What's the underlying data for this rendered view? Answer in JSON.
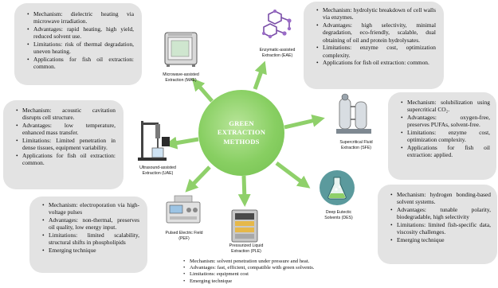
{
  "centre": {
    "title": "GREEN\nEXTRACTION\nMETHODS",
    "color": "#7cc75a"
  },
  "arrow_color": "#8fd06a",
  "box_color": "#e3e3e3",
  "methods": {
    "mae": {
      "label": "Microwave-assisted\nExtraction (MAE)",
      "points": [
        "Mechanism: dielectric heating via microwave irradiation.",
        "Advantages: rapid heating, high yield, reduced solvent use.",
        "Limitations: risk of thermal degradation, uneven heating.",
        "Applications for fish oil extraction: common."
      ]
    },
    "eae": {
      "label": "Enzymatic-assisted\nExtraction (EAE)",
      "points": [
        "Mechanism: hydrolytic breakdown of cell walls via enzymes.",
        "Advantages: high selectivity, minimal degradation, eco-friendly, scalable, dual obtaining of oil and protein hydrolysates.",
        "Limitations: enzyme cost, optimization complexity.",
        "Applications for fish oil extraction: common."
      ]
    },
    "uae": {
      "label": "Ultrasound-assisted\nExtraction (UAE)",
      "points": [
        "Mechanism: acoustic cavitation disrupts cell structure.",
        "Advantages: low temperature, enhanced mass transfer.",
        "Limitations: Limited penetration in dense tissues, equipment variability.",
        "Applications for fish oil extraction: common."
      ]
    },
    "sfe": {
      "label": "Supercritical Fluid\nExtraction (SFE)",
      "points": [
        "Mechanism: solubilization using supercritical CO₂.",
        "Advantages: oxygen-free, preserves PUFAs, solvent-free.",
        "Limitations: enzyme cost, optimization complexity.",
        "Applications for fish oil extraction: applied."
      ]
    },
    "pef": {
      "label": "Pulsed Electric Field\n(PEF)",
      "points": [
        "Mechanism: electroporation via high-voltage pulses",
        "Advantages: non-thermal, preserves oil quality, low energy input.",
        "Limitations: limited scalability, structural shifts in phospholipids",
        "Emerging technique"
      ]
    },
    "des": {
      "label": "Deep Eutectic\nSolvents (DES)",
      "points": [
        "Mechanism: hydrogen bonding-based solvent systems.",
        "Advantages: tunable polarity, biodegradable, high selectivity",
        "Limitations: limited fish-specific data, viscosity challenges.",
        "Emerging technique"
      ]
    },
    "ple": {
      "label": "Pressurized Liquid\nExtraction (PLE)",
      "points": [
        "Mechanism: solvent penetration under pressure and heat.",
        "Advantages: fast, efficient, compatible with green solvents.",
        "Limitations: equipment cost",
        "Emerging technique"
      ]
    }
  }
}
